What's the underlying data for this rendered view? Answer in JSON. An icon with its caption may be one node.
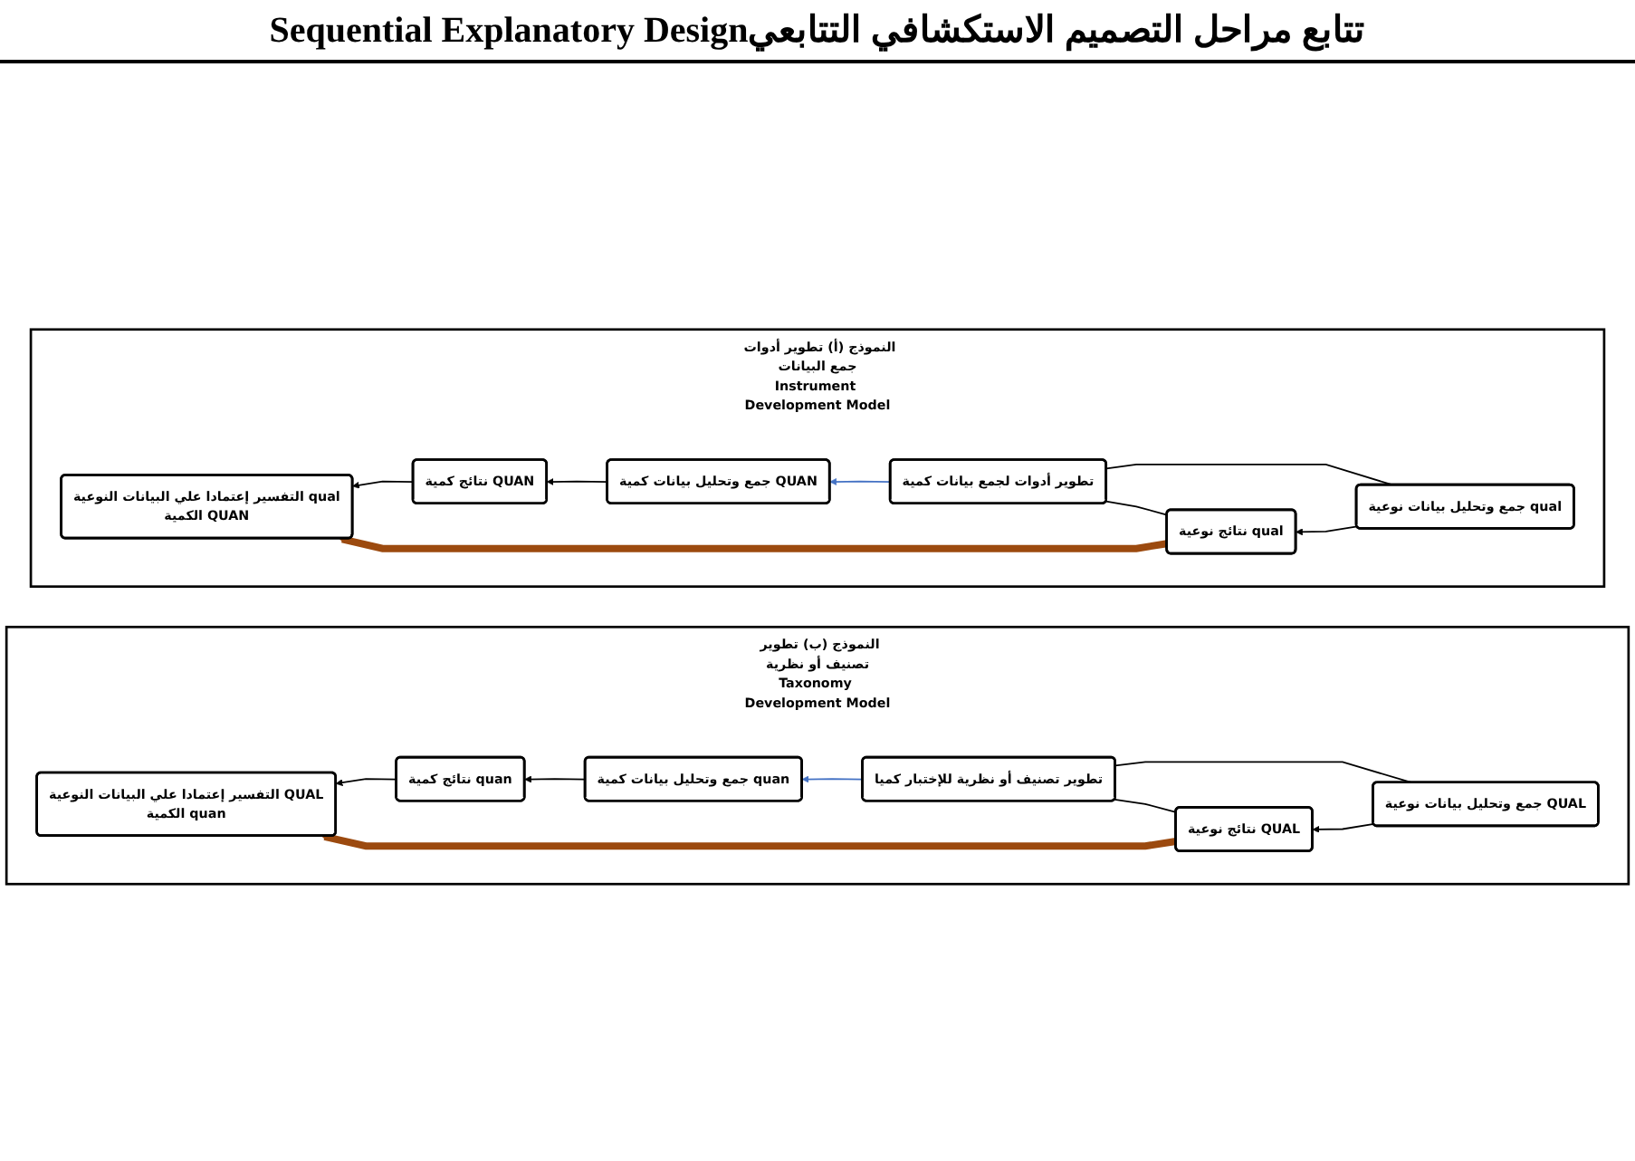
{
  "diagram": {
    "title": "تتابع مراحل التصميم الاستكشافي التتابعيSequential Explanatory Design",
    "nodes": [
      {
        "text": [
          "النموذج (أ) تطوير أدوات جمع البيانات",
          "Instrument Development Model"
        ]
      },
      {
        "text": [
          "جمع وتحليل بيانات نوعية qual"
        ],
        "in": 0
      },
      {
        "text": [
          "نتائج نوعية qual"
        ],
        "in": 0
      },
      {
        "text": [
          "تطوير أدوات لجمع بيانات كمية"
        ],
        "in": 0
      },
      {
        "text": [
          "جمع وتحليل بيانات كمية QUAN"
        ],
        "in": 0
      },
      {
        "text": [
          "نتائج كمية QUAN"
        ],
        "in": 0
      },
      {
        "text": [
          "التفسير إعتمادا علي البيانات النوعية qual",
          "الكمية QUAN"
        ],
        "in": 0
      },
      {
        "text": [
          "النموذج (ب) تطوير تصنيف أو نظرية",
          "Taxonomy Development Model"
        ]
      },
      {
        "text": [
          "جمع وتحليل بيانات نوعية QUAL"
        ],
        "in": 7
      },
      {
        "text": [
          "نتائج نوعية QUAL"
        ],
        "in": 7
      },
      {
        "text": [
          "تطوير تصنيف أو نظرية للإختبار كميا"
        ],
        "in": 7
      },
      {
        "text": [
          "جمع وتحليل بيانات كمية quan"
        ],
        "in": 7
      },
      {
        "text": [
          "نتائج كمية quan"
        ],
        "in": 7
      },
      {
        "text": [
          "التفسير إعتمادا علي البيانات النوعية QUAL",
          "الكمية quan"
        ],
        "in": 7
      }
    ],
    "edges": [
      {
        "from": 1,
        "to": 2,
        "arrow": "to"
      },
      {
        "from": 1,
        "to": 3,
        "arrow": "none"
      },
      {
        "from": 2,
        "to": 3,
        "arrow": "none"
      },
      {
        "from": 3,
        "to": 4,
        "arrow": "to",
        "color": "#4472c4"
      },
      {
        "from": 4,
        "to": 5,
        "arrow": "to"
      },
      {
        "from": 5,
        "to": 6,
        "arrow": "to"
      },
      {
        "from": 2,
        "to": 6,
        "arrow": "to",
        "style": "thick",
        "color": "#9c4a0f"
      },
      {
        "from": 8,
        "to": 9,
        "arrow": "to"
      },
      {
        "from": 8,
        "to": 10,
        "arrow": "none"
      },
      {
        "from": 9,
        "to": 10,
        "arrow": "none"
      },
      {
        "from": 10,
        "to": 11,
        "arrow": "to",
        "color": "#4472c4"
      },
      {
        "from": 11,
        "to": 12,
        "arrow": "to"
      },
      {
        "from": 12,
        "to": 13,
        "arrow": "to"
      },
      {
        "from": 9,
        "to": 13,
        "arrow": "to",
        "style": "thick",
        "color": "#9c4a0f"
      }
    ]
  }
}
